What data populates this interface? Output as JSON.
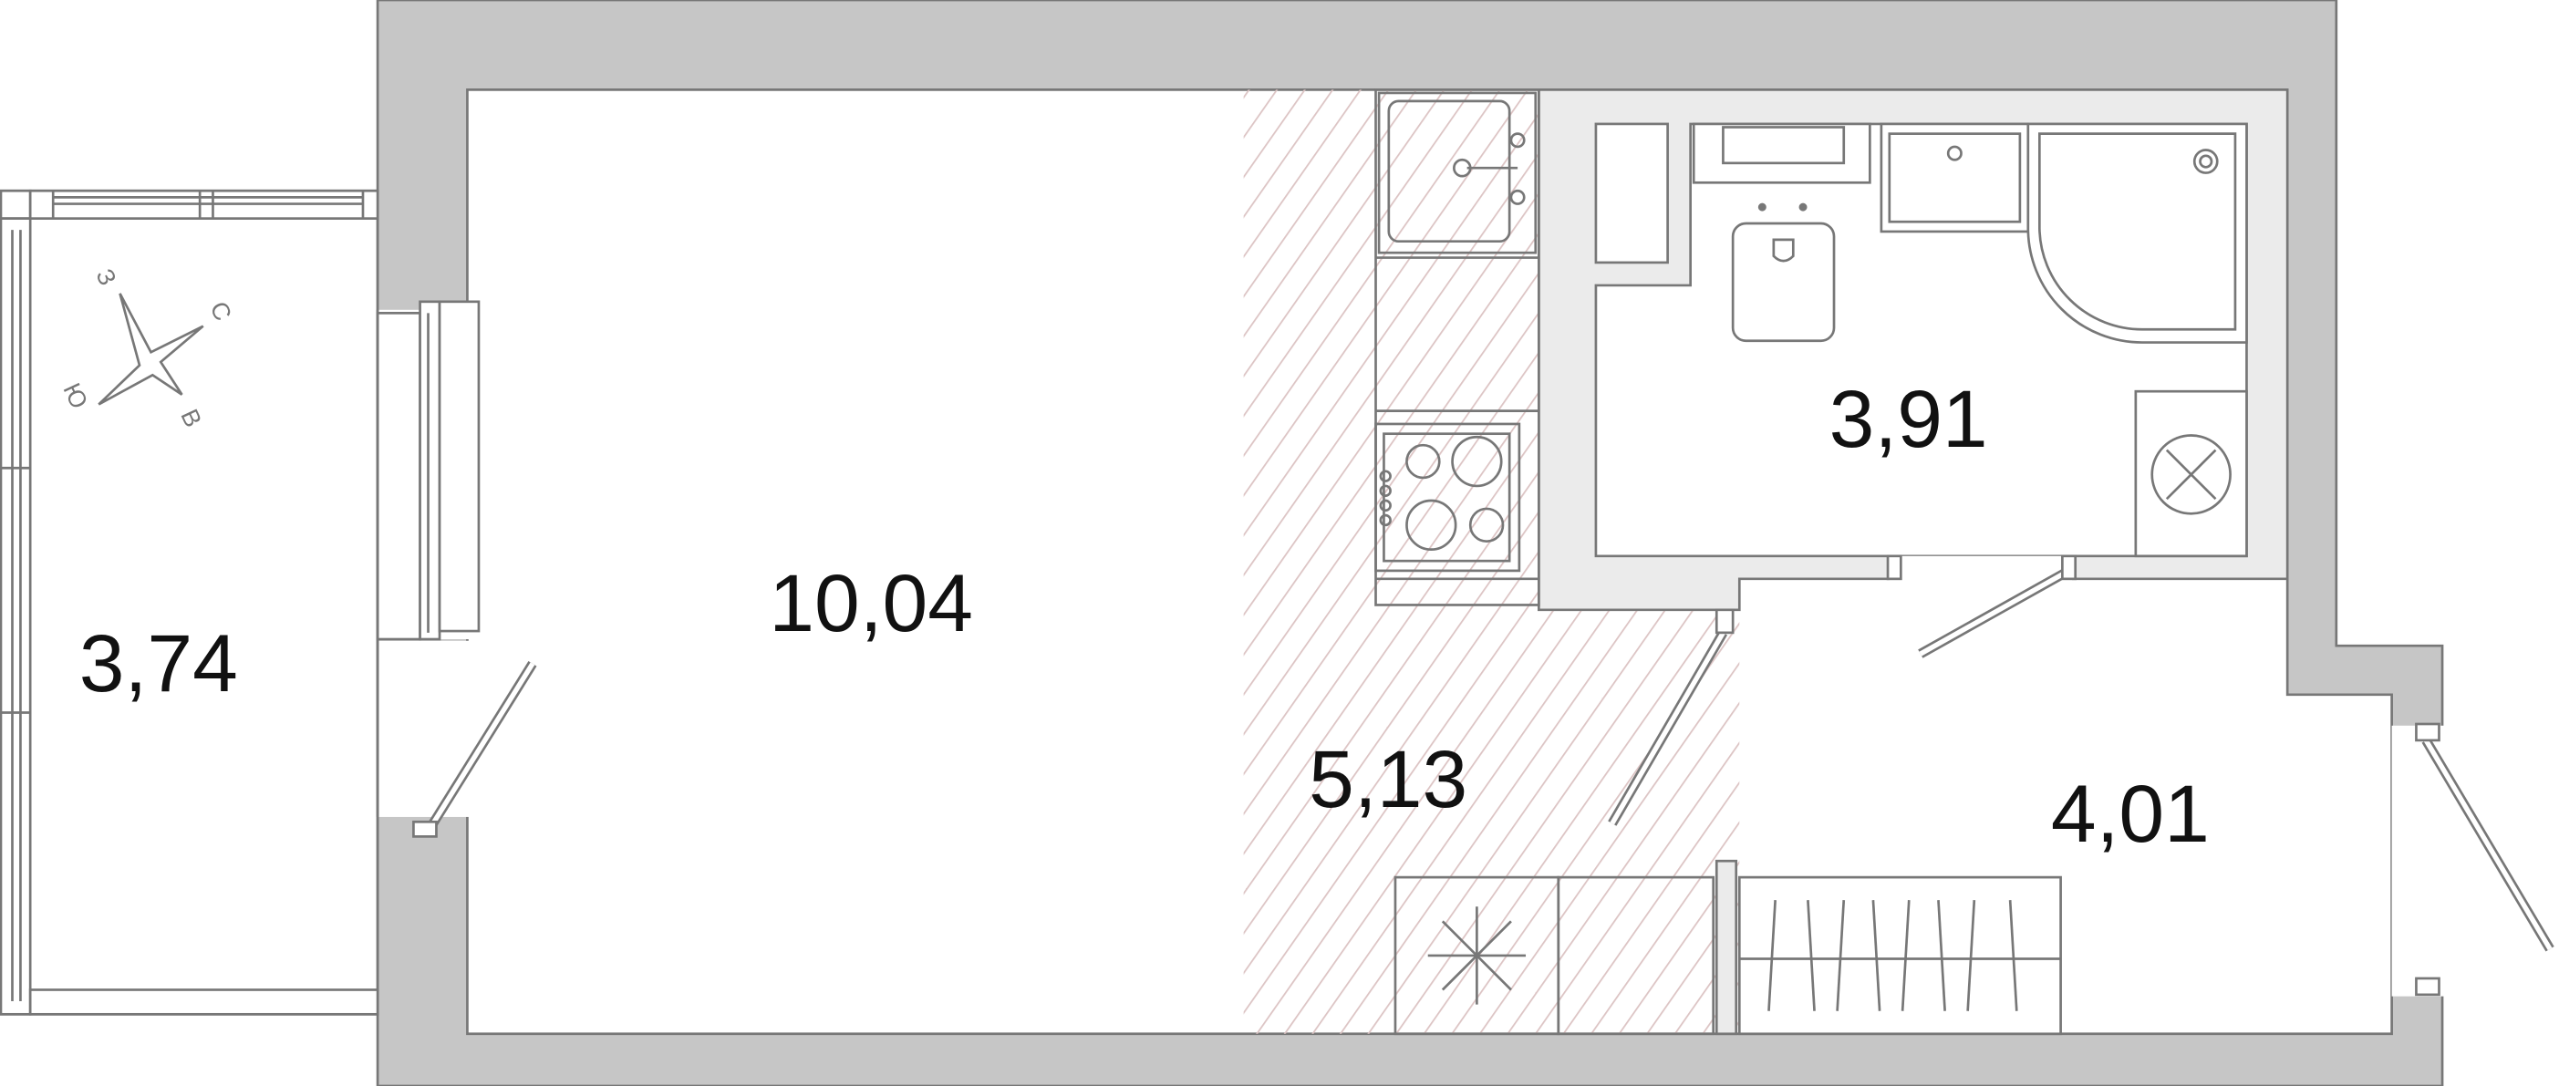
{
  "plan": {
    "rooms": [
      {
        "name": "balcony",
        "area": "3,74"
      },
      {
        "name": "living-room",
        "area": "10,04"
      },
      {
        "name": "kitchen",
        "area": "5,13"
      },
      {
        "name": "bathroom",
        "area": "3,91"
      },
      {
        "name": "hallway",
        "area": "4,01"
      }
    ],
    "compass": {
      "north": "С",
      "south": "Ю",
      "east": "В",
      "west": "З"
    },
    "colors": {
      "wall": "#c6c6c6",
      "inner_wall": "#ebebeb",
      "line": "#777777",
      "hatch": "#dcc4c4"
    }
  }
}
